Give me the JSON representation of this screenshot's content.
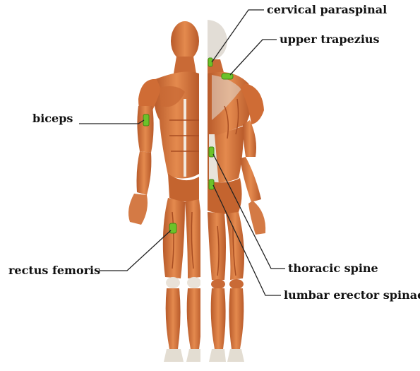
{
  "labels": {
    "cervical_paraspinal": "cervical paraspinal",
    "upper_trapezius": "upper trapezius",
    "biceps": "biceps",
    "rectus_femoris": "rectus femoris",
    "thoracic_spine": "thoracic spine",
    "lumbar_erector_spinae": "lumbar erector spinae"
  },
  "colors": {
    "muscle": "#d9773f",
    "muscle_dark": "#a84d22",
    "tendon": "#ececec",
    "electrode": "#6cc22a",
    "leader_line": "#222222"
  }
}
